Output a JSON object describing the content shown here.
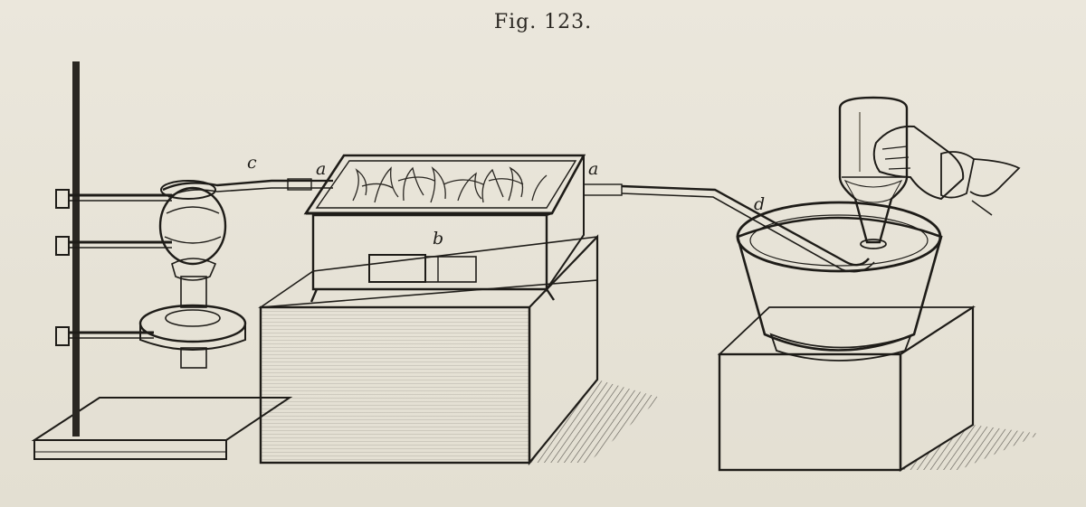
{
  "figure": {
    "title": "Fig. 123.",
    "labels": {
      "c": "c",
      "a_left": "a",
      "a_right": "a",
      "b": "b",
      "d": "d"
    }
  },
  "colors": {
    "paper": "#e9e5da",
    "ink": "#1e1c18",
    "bleed_through": "#b9b4a6"
  }
}
